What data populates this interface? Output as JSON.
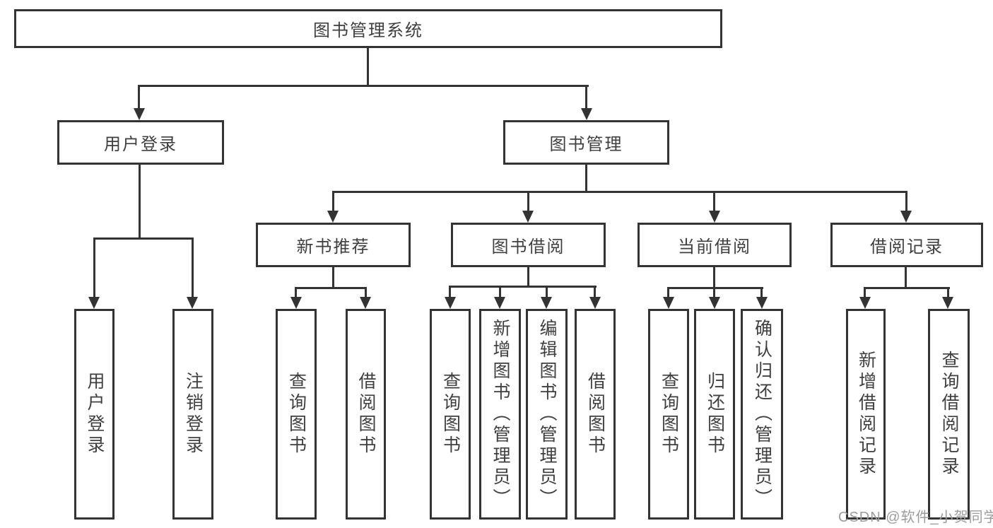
{
  "colors": {
    "line": "#333333",
    "box_border": "#333333",
    "box_fill": "#ffffff",
    "text": "#3f3f3f",
    "watermark": "#9c9c9c",
    "background": "#ffffff"
  },
  "tree": {
    "root": "图书管理系统",
    "branches": [
      {
        "label": "用户登录",
        "children": [
          "用户登录",
          "注销登录"
        ]
      },
      {
        "label": "图书管理",
        "sections": [
          {
            "label": "新书推荐",
            "children": [
              "查询图书",
              "借阅图书"
            ]
          },
          {
            "label": "图书借阅",
            "children": [
              "查询图书",
              "新增图书（管理员）",
              "编辑图书（管理员）",
              "借阅图书"
            ]
          },
          {
            "label": "当前借阅",
            "children": [
              "查询图书",
              "归还图书",
              "确认归还（管理员）"
            ]
          },
          {
            "label": "借阅记录",
            "children": [
              "新增借阅记录",
              "查询借阅记录"
            ]
          }
        ]
      }
    ]
  },
  "watermark": "CSDN @软件_小贺同学"
}
